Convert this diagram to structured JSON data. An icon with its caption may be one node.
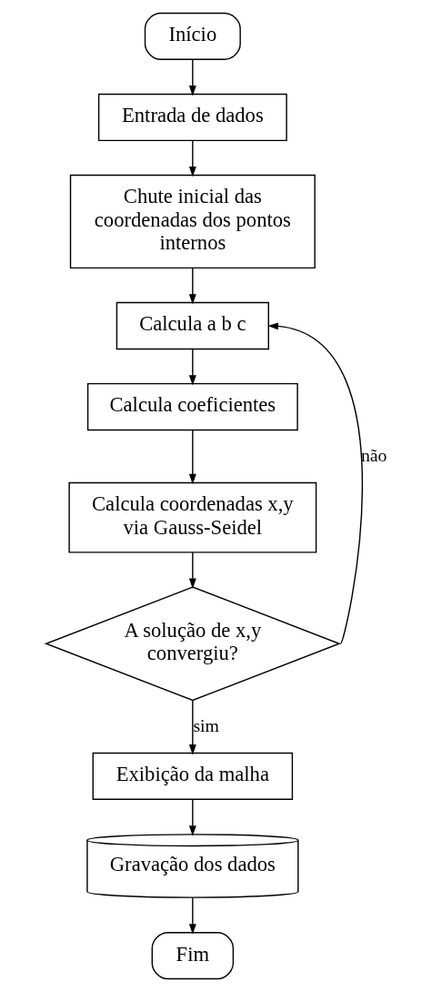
{
  "diagram": {
    "nodes": [
      {
        "text": [
          "Início"
        ]
      },
      {
        "text": [
          "Entrada de dados"
        ]
      },
      {
        "text": [
          "Chute inicial das coordenadas dos pontos internos"
        ]
      },
      {
        "text": [
          "Calcula a b c"
        ]
      },
      {
        "text": [
          "Calcula coeficientes"
        ]
      },
      {
        "text": [
          "Calcula coordenadas x,y via Gauss-Seidel"
        ]
      },
      {
        "text": [
          "A solução de x,y convergiu?"
        ]
      },
      {
        "text": [
          "Exibição da malha"
        ]
      },
      {
        "text": [
          "Gravação dos dados"
        ]
      },
      {
        "text": [
          "Fim"
        ]
      }
    ],
    "edges": [
      {
        "from": 0,
        "to": 1,
        "arrow": "to"
      },
      {
        "from": 1,
        "to": 2,
        "arrow": "to"
      },
      {
        "from": 2,
        "to": 3,
        "arrow": "to"
      },
      {
        "from": 3,
        "to": 4,
        "arrow": "to"
      },
      {
        "from": 4,
        "to": 5,
        "arrow": "to"
      },
      {
        "from": 5,
        "to": 6,
        "arrow": "to"
      },
      {
        "from": 6,
        "to": 7,
        "label": "sim",
        "arrow": "to"
      },
      {
        "from": 6,
        "to": 3,
        "label": "não",
        "arrow": "to"
      },
      {
        "from": 7,
        "to": 8,
        "arrow": "to"
      },
      {
        "from": 8,
        "to": 9,
        "arrow": "to"
      }
    ]
  }
}
